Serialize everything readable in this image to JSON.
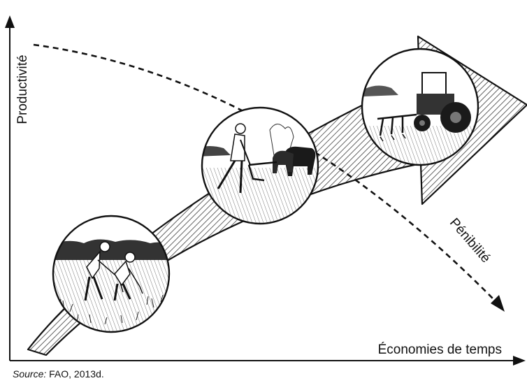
{
  "diagram": {
    "y_axis_label": "Productivité",
    "x_axis_label": "Économies de temps",
    "curve_label": "Pénibilité",
    "stages": [
      {
        "illustration": "manual-hoeing"
      },
      {
        "illustration": "animal-drawn-plough"
      },
      {
        "illustration": "tractor-cultivation"
      }
    ]
  },
  "caption": {
    "source_label": "Source:",
    "source_text": "FAO, 2013d."
  },
  "colors": {
    "ink": "#111111",
    "background": "#ffffff"
  }
}
